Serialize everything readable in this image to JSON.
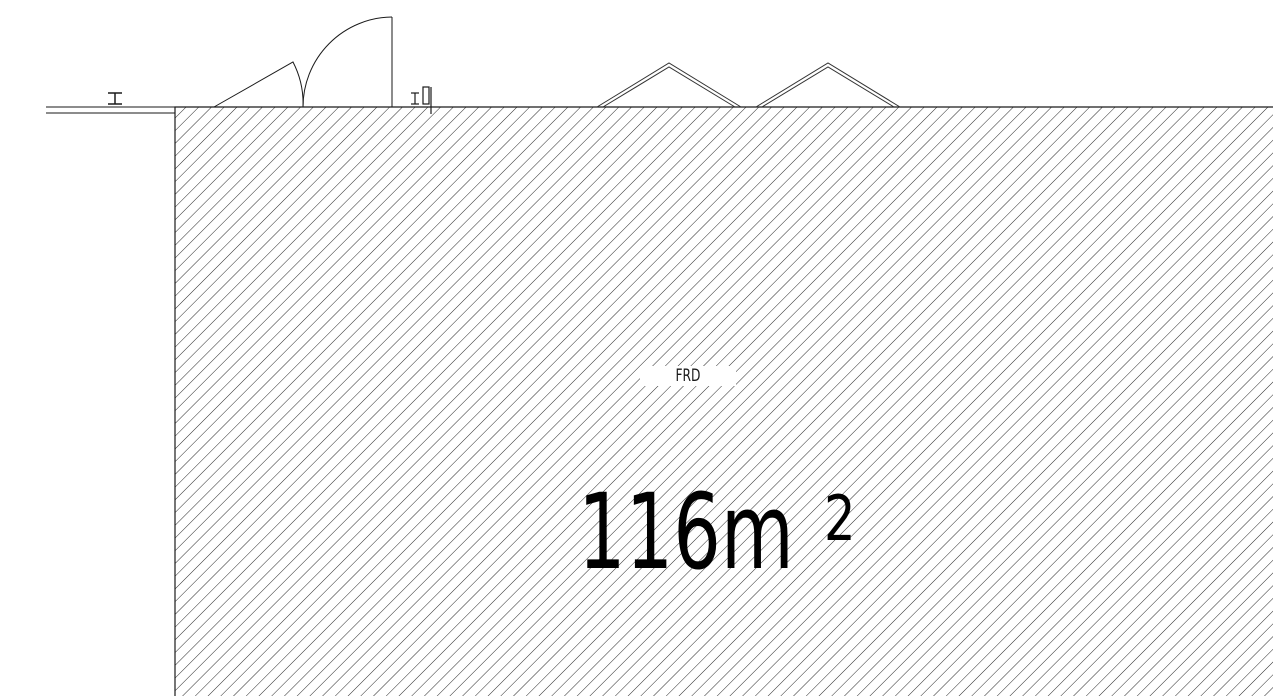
{
  "room": {
    "code": "FRD",
    "area_value": "116m",
    "area_superscript": "2"
  },
  "symbols": [
    "light-switch-symbol",
    "socket-outlet-symbol",
    "double-swing-door",
    "casement-window-left",
    "casement-window-right"
  ],
  "colors": {
    "line": "#1a1a1a",
    "hatch": "#2b2b2b",
    "background": "#ffffff"
  }
}
